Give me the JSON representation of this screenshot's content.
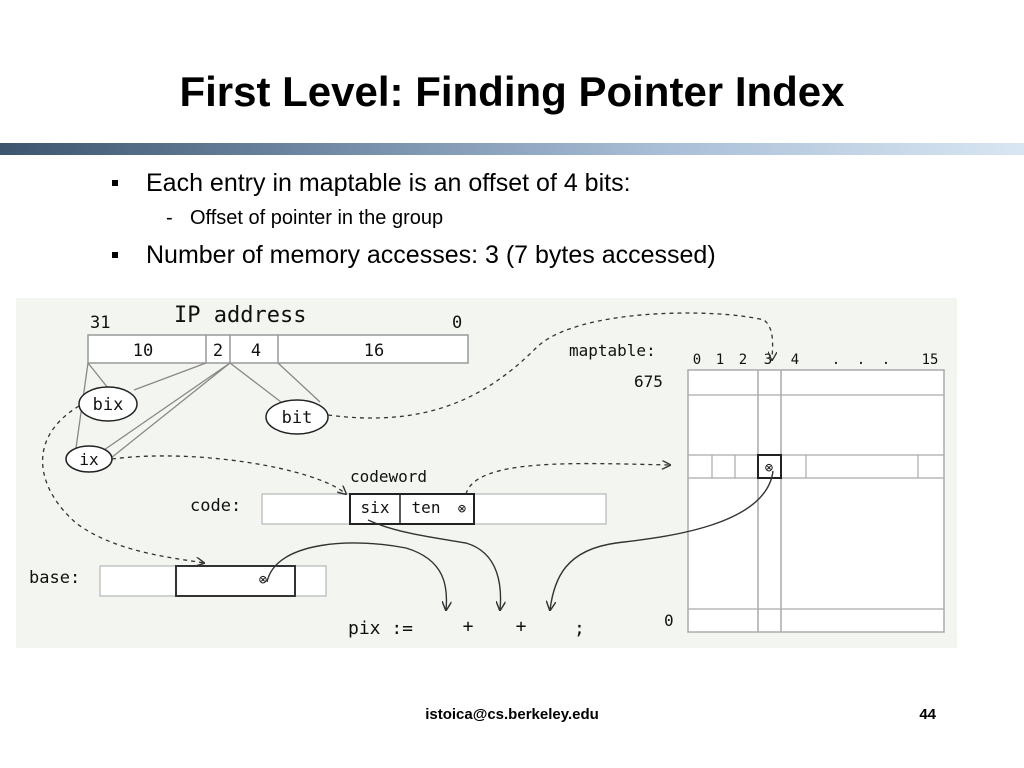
{
  "slide": {
    "title": "First Level: Finding Pointer Index",
    "bullets": [
      {
        "text": "Each entry in maptable is an offset of 4 bits:",
        "sub": [
          "Offset of pointer in the group"
        ]
      },
      {
        "text": "Number of memory accesses: 3 (7 bytes accessed)",
        "sub": []
      }
    ],
    "footer": {
      "email": "istoica@cs.berkeley.edu",
      "page": "44"
    }
  },
  "diagram": {
    "ip_address": {
      "label": "IP address",
      "msb": "31",
      "lsb": "0",
      "fields": [
        "10",
        "2",
        "4",
        "16"
      ]
    },
    "ovals": {
      "bix": "bix",
      "ix": "ix",
      "bit": "bit"
    },
    "maptable": {
      "label": "maptable:",
      "col_labels": [
        "0",
        "1",
        "2",
        "3",
        "4",
        ".",
        ".",
        ".",
        "15"
      ],
      "row_top": "675",
      "row_bottom": "0",
      "cell_mark": "⊗"
    },
    "code": {
      "label": "code:",
      "codeword_label": "codeword",
      "fields": [
        "six",
        "ten"
      ],
      "mark": "⊗"
    },
    "base": {
      "label": "base:",
      "mark": "⊗"
    },
    "formula": {
      "lhs": "pix :=",
      "plus1": "+",
      "plus2": "+",
      "end": ";"
    }
  }
}
